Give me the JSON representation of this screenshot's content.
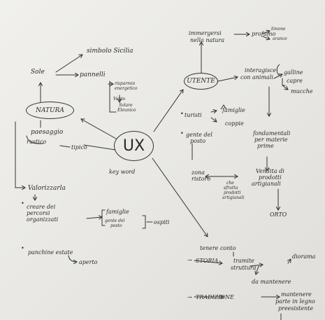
{
  "center": {
    "label": "UX",
    "keyword": "key word"
  },
  "natura": {
    "label": "NATURA",
    "sole": "Sole",
    "simbolo": "simbolo Sicilia",
    "pannelli": "pannelli",
    "risparmio": "risparmio energetico",
    "vento": "Vento",
    "solare_line1": "Solare",
    "solare_line2": "Eleunico",
    "paesaggio": "paesaggio",
    "rustico": "rustico",
    "tipico": "tipico",
    "valorizzarla": "Valorizzarla",
    "creare_line1": "creare dei",
    "creare_line2": "percorsi",
    "creare_line3": "organizzati",
    "famiglie": "famiglie",
    "gente_line1": "gente del",
    "gente_line2": "posto",
    "ospiti": "ospiti",
    "panchine": "panchine estate",
    "aperto": "aperto"
  },
  "utente": {
    "label": "UTENTE",
    "immergersi_line1": "immergersi",
    "immergersi_line2": "nella natura",
    "profumo": "profumo",
    "limone": "limone",
    "arance": "arance",
    "interagisce_line1": "interagisce",
    "interagisce_line2": "con animali",
    "galline": "galline",
    "capre": "capre",
    "mucche": "mucche",
    "turisti": "turisti",
    "famiglie": "famiglie",
    "coppie": "coppie",
    "gente_line1": "gente del",
    "gente_line2": "posto",
    "fondamentali_line1": "fondamentali",
    "fondamentali_line2": "per materie",
    "fondamentali_line3": "prime",
    "zona_line1": "zona",
    "zona_line2": "ristoro",
    "vendita_line1": "Vendita di",
    "vendita_line2": "prodotti",
    "vendita_line3": "artigianali",
    "sfrutta_line1": "che",
    "sfrutta_line2": "sfrutta",
    "sfrutta_line3": "prodotti",
    "sfrutta_line4": "artigianali",
    "orto": "ORTO"
  },
  "tenere": {
    "tenere_conto": "tenere conto",
    "storia": "STORIA",
    "tramite_line1": "tramite",
    "tramite_line2": "struttura",
    "diorama": "diorama",
    "da_mantenere": "da mantenere",
    "tradizione": "TRADIZIONE",
    "mantenere_line1": "mantenere",
    "mantenere_line2": "parte in legno",
    "mantenere_line3": "preesistente"
  }
}
